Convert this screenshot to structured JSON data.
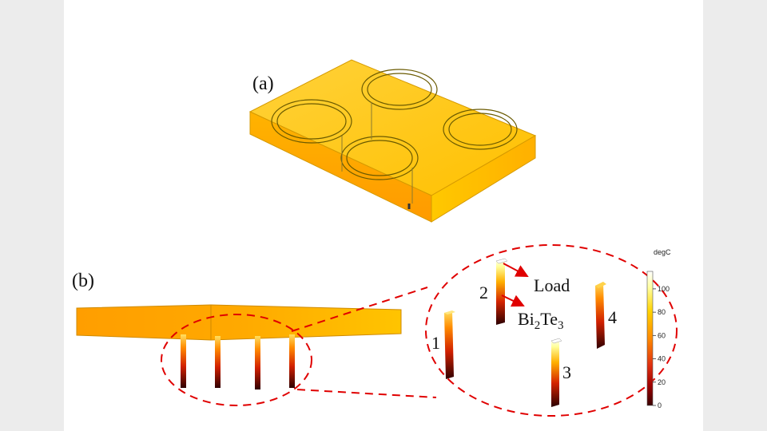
{
  "panels": {
    "a": {
      "label": "(a)"
    },
    "b": {
      "label": "(b)"
    }
  },
  "legs": [
    {
      "number": "1"
    },
    {
      "number": "2"
    },
    {
      "number": "3"
    },
    {
      "number": "4"
    }
  ],
  "annotations": {
    "load": "Load",
    "material": {
      "base": "Bi",
      "sub1": "2",
      "mid": "Te",
      "sub2": "3"
    }
  },
  "colorbar": {
    "unit": "degC",
    "ticks": [
      "0",
      "20",
      "40",
      "60",
      "80",
      "100"
    ],
    "min": 0,
    "max": 115,
    "colors": [
      "#ffffff",
      "#ffffa0",
      "#ffd200",
      "#ff8a00",
      "#e03010",
      "#a00000",
      "#3a0000"
    ]
  },
  "colors": {
    "plate": "#ffc400",
    "outline_dashed": "#e00000",
    "arrow": "#e00000"
  }
}
